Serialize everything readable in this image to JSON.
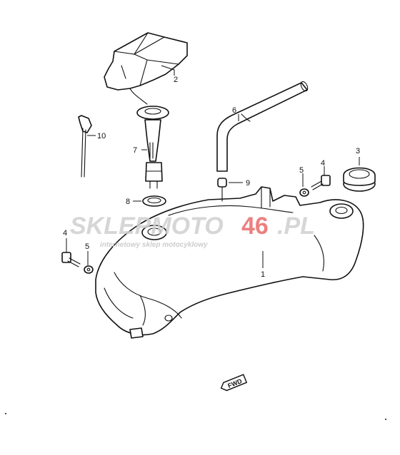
{
  "diagram": {
    "callouts": {
      "c1": "1",
      "c2": "2",
      "c3": "3",
      "c4a": "4",
      "c4b": "4",
      "c5a": "5",
      "c5b": "5",
      "c6": "6",
      "c7": "7",
      "c8": "8",
      "c9": "9",
      "c10": "10"
    },
    "front_marker": "FWD"
  },
  "watermark": {
    "brand_left": "SKLEPMOTO",
    "brand_number": "46",
    "brand_suffix": ".PL",
    "tagline": "internetowy sklep motocyklowy"
  }
}
